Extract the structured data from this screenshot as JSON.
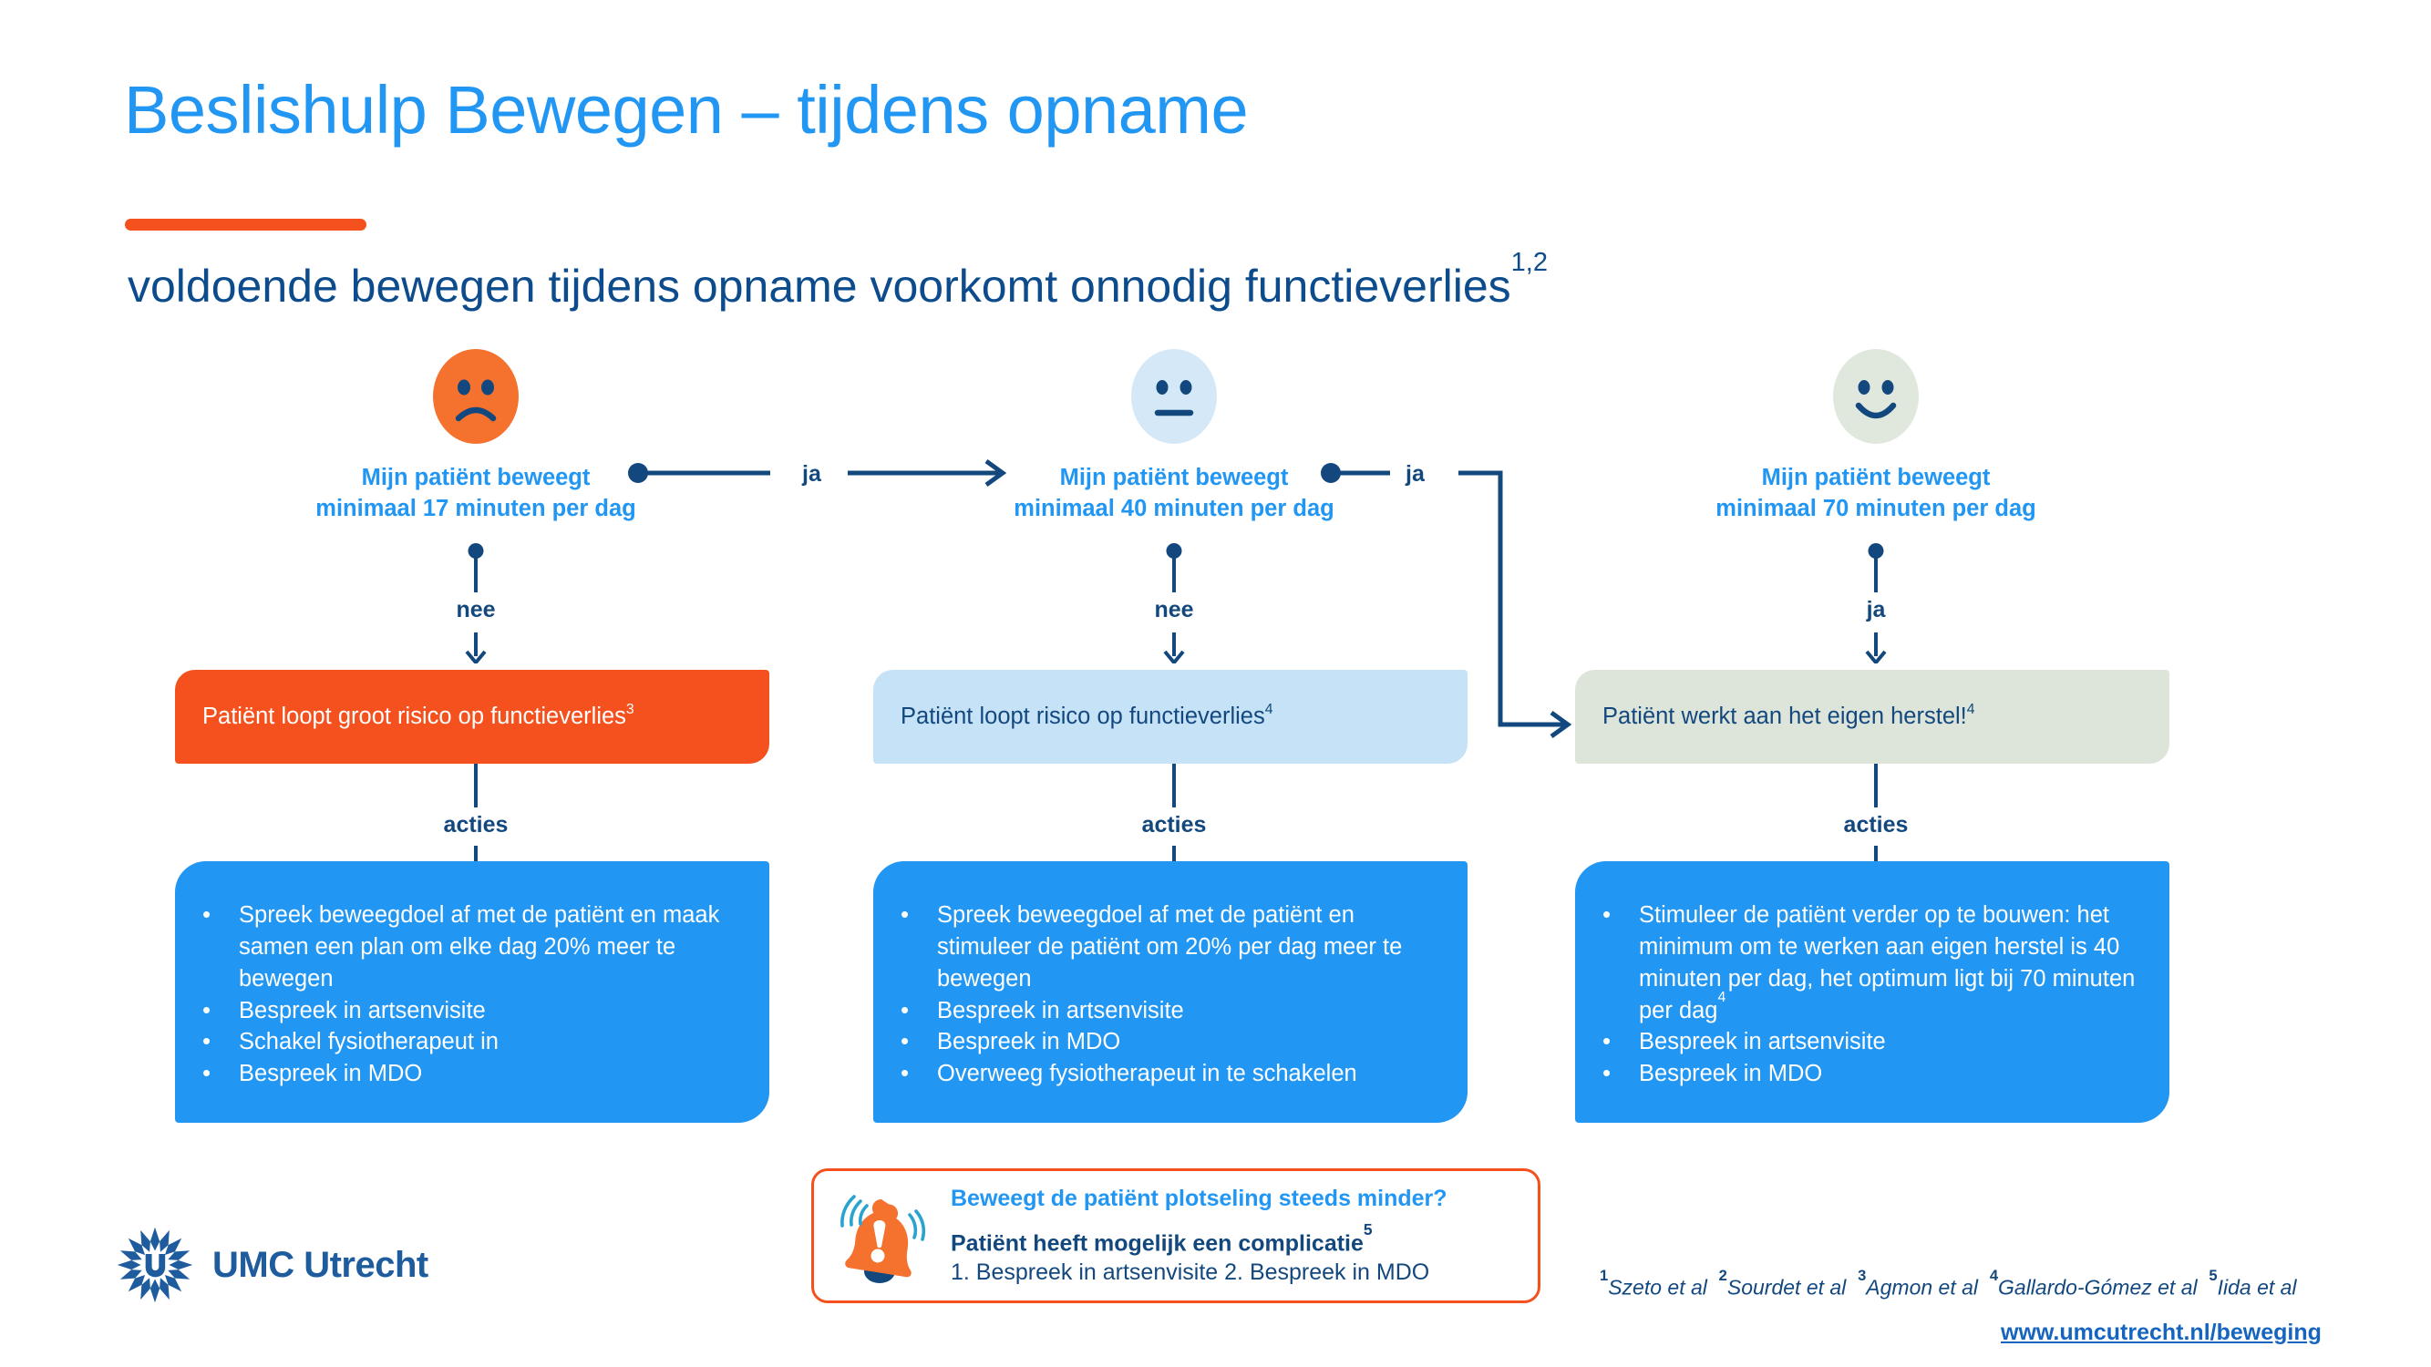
{
  "header": {
    "title": "Beslishulp Bewegen – tijdens opname",
    "subtitle": "voldoende bewegen tijdens opname voorkomt onnodig functieverlies",
    "subtitle_sup": "1,2",
    "accent_color": "#f4511e",
    "title_color": "#2196f3",
    "subtitle_color": "#0d4c8c"
  },
  "columns": [
    {
      "face_icon": "sad-face-icon",
      "face_color": "#f4712e",
      "question_line1": "Mijn patiënt beweegt",
      "question": "Mijn patiënt beweegt\nminimaal 17 minuten per dag",
      "question_l1": "Mijn patiënt beweegt",
      "question_l2": "minimaal 17 minuten per dag",
      "branch_label": "nee",
      "result_text": "Patiënt loopt groot risico op functieverlies",
      "result_sup": "3",
      "result_color": "#f4511e",
      "actions_label": "acties",
      "actions": [
        {
          "text": "Spreek beweegdoel af met de patiënt en maak samen een plan om elke dag 20% meer te bewegen",
          "sup": ""
        },
        {
          "text": "Bespreek in artsenvisite",
          "sup": ""
        },
        {
          "text": "Schakel fysiotherapeut in",
          "sup": ""
        },
        {
          "text": "Bespreek in MDO",
          "sup": ""
        }
      ]
    },
    {
      "face_icon": "neutral-face-icon",
      "face_color": "#d5e8f7",
      "question_l1": "Mijn patiënt beweegt",
      "question_l2": "minimaal 40 minuten per dag",
      "branch_label": "nee",
      "result_text": "Patiënt loopt risico op functieverlies",
      "result_sup": "4",
      "result_color": "#c5e2f7",
      "actions_label": "acties",
      "actions": [
        {
          "text": "Spreek beweegdoel af met de patiënt en stimuleer de patiënt om 20% per dag meer te bewegen",
          "sup": ""
        },
        {
          "text": "Bespreek in artsenvisite",
          "sup": ""
        },
        {
          "text": "Bespreek in MDO",
          "sup": ""
        },
        {
          "text": "Overweeg fysiotherapeut in te schakelen",
          "sup": ""
        }
      ]
    },
    {
      "face_icon": "happy-face-icon",
      "face_color": "#e0e8dd",
      "question_l1": "Mijn patiënt beweegt",
      "question_l2": "minimaal 70 minuten per dag",
      "branch_label": "ja",
      "result_text": "Patiënt werkt aan het eigen herstel!",
      "result_sup": "4",
      "result_color": "#dde5da",
      "actions_label": "acties",
      "actions": [
        {
          "text": "Stimuleer de patiënt verder op te bouwen: het minimum om te werken aan eigen herstel is 40 minuten per dag, het optimum ligt bij 70 minuten per dag",
          "sup": "4"
        },
        {
          "text": "Bespreek in artsenvisite",
          "sup": ""
        },
        {
          "text": "Bespreek in MDO",
          "sup": ""
        }
      ]
    }
  ],
  "connectors": {
    "ja1": "ja",
    "ja2": "ja",
    "line_color": "#13487f"
  },
  "alert": {
    "icon": "alert-bell-icon",
    "question": "Beweegt de patiënt plotseling steeds minder?",
    "subtitle": "Patiënt heeft mogelijk een complicatie",
    "subtitle_sup": "5",
    "steps": "1. Bespreek in artsenvisite  2. Bespreek in MDO",
    "border_color": "#f4511e"
  },
  "logo": {
    "mark": "umc-utrecht-sunburst-logo",
    "text": "UMC Utrecht",
    "color": "#1f5c9e"
  },
  "footer": {
    "references": [
      {
        "sup": "1",
        "text": "Szeto et al"
      },
      {
        "sup": "2",
        "text": "Sourdet et al"
      },
      {
        "sup": "3",
        "text": "Agmon et al"
      },
      {
        "sup": "4",
        "text": "Gallardo-Gómez et al"
      },
      {
        "sup": "5",
        "text": "Iida et al"
      }
    ],
    "url": "www.umcutrecht.nl/beweging"
  }
}
